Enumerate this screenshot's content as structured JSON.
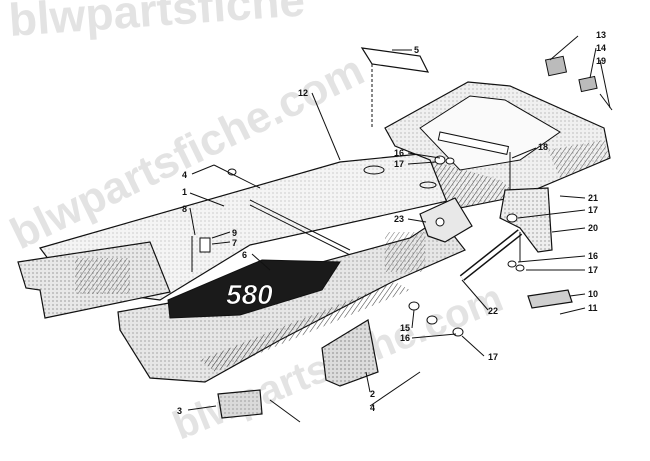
{
  "watermark": {
    "top": "blwpartsfiche",
    "middle": "blwpartsfiche.com",
    "bottom": "blwpartsfiche.com"
  },
  "decal_text": "580",
  "callouts": [
    "1",
    "2",
    "3",
    "4",
    "4",
    "5",
    "6",
    "7",
    "8",
    "9",
    "10",
    "11",
    "12",
    "13",
    "14",
    "15",
    "16",
    "16",
    "16",
    "17",
    "17",
    "17",
    "17",
    "18",
    "19",
    "20",
    "21",
    "22",
    "23"
  ]
}
